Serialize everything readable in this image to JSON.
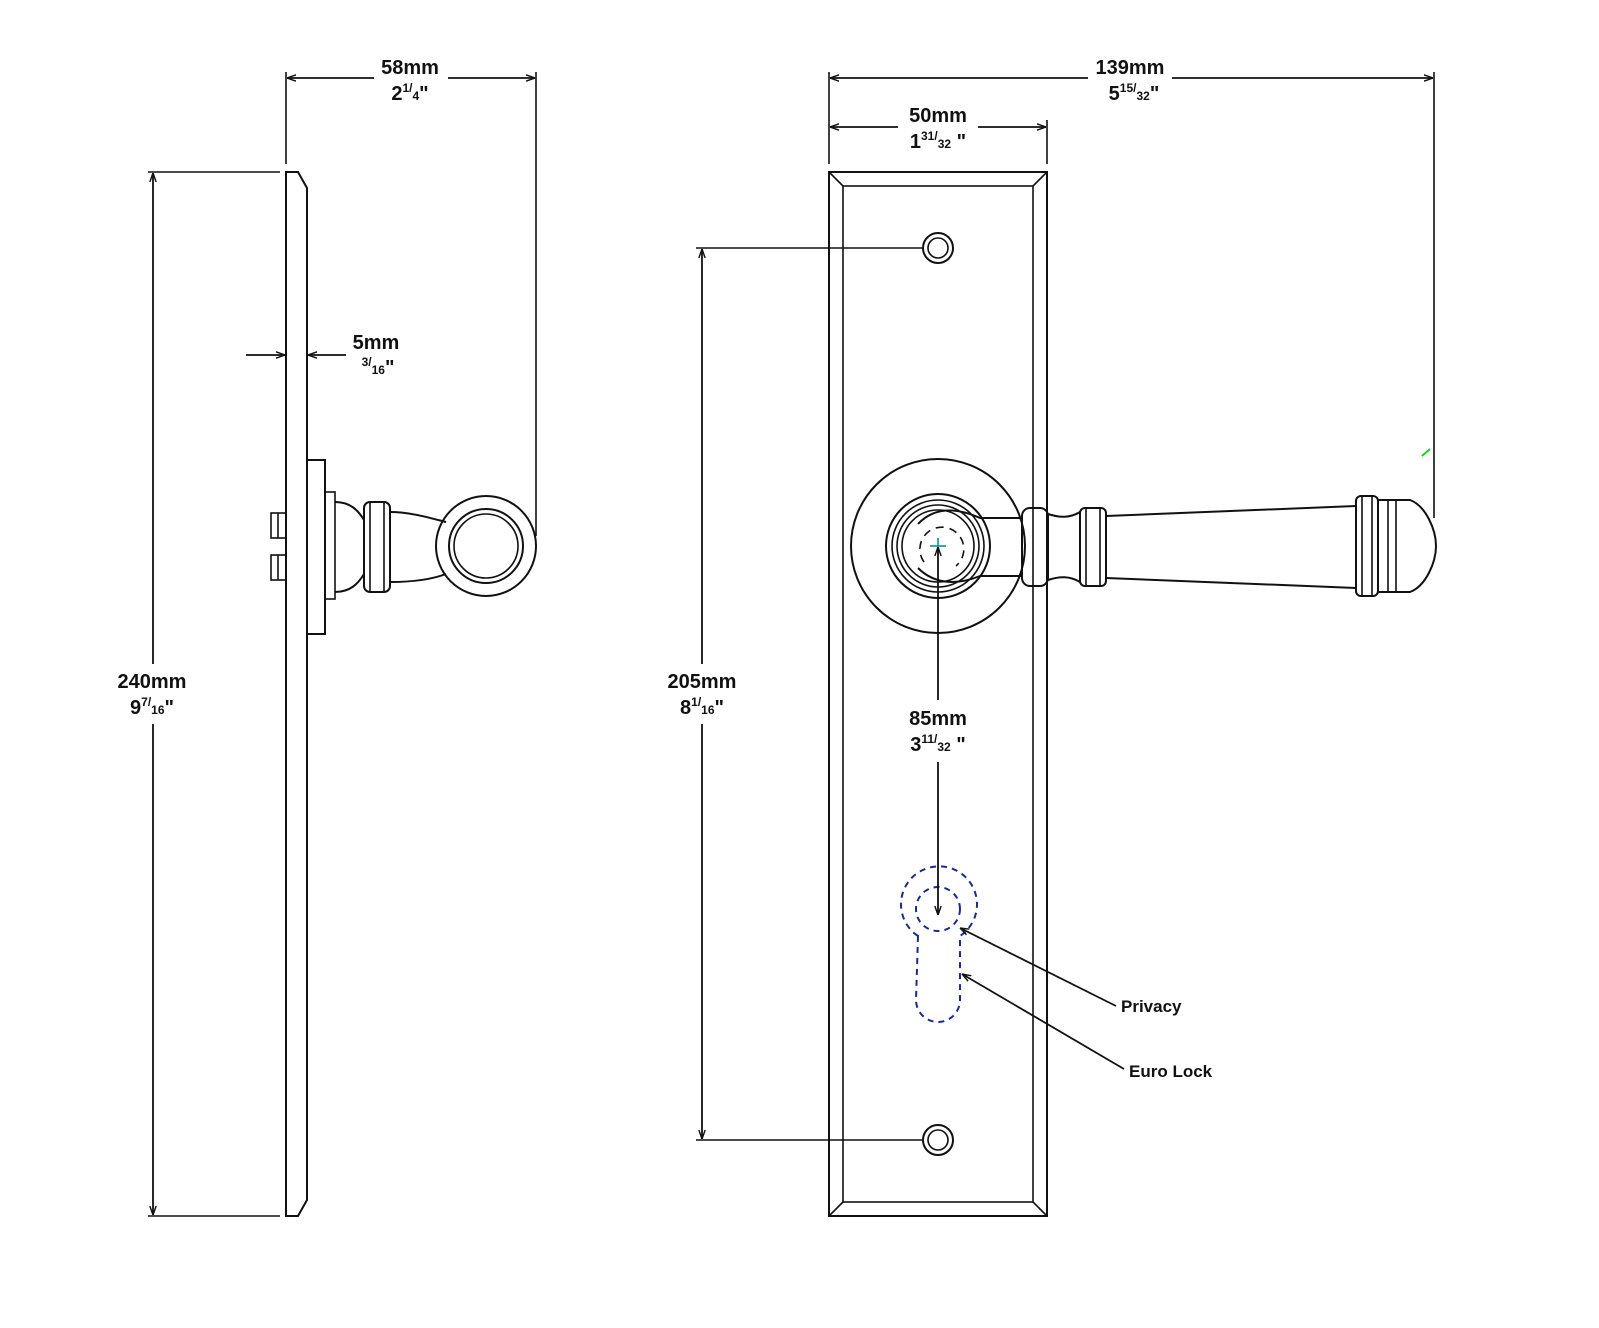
{
  "dimensions": {
    "projection_58": {
      "mm": "58mm",
      "whole": "2",
      "num": "1",
      "den": "4",
      "inch": "\""
    },
    "height_240": {
      "mm": "240mm",
      "whole": "9",
      "num": "7",
      "den": "16",
      "inch": "\""
    },
    "thickness_5": {
      "mm": "5mm",
      "whole": "",
      "num": "3",
      "den": "16",
      "inch": "\""
    },
    "overall_139": {
      "mm": "139mm",
      "whole": "5",
      "num": "15",
      "den": "32",
      "inch": "\""
    },
    "width_50": {
      "mm": "50mm",
      "whole": "1",
      "num": "31",
      "den": "32",
      "inch": " \""
    },
    "fixing_205": {
      "mm": "205mm",
      "whole": "8",
      "num": "1",
      "den": "16",
      "inch": "\""
    },
    "centres_85": {
      "mm": "85mm",
      "whole": "3",
      "num": "11",
      "den": "32",
      "inch": " \""
    }
  },
  "callouts": {
    "privacy": "Privacy",
    "euro_lock": "Euro Lock"
  },
  "colors": {
    "line": "#111111",
    "keyhole_dashed": "#1c2a8c",
    "center_mark": "#1f9e9e",
    "stray_mark": "#22cc22"
  }
}
